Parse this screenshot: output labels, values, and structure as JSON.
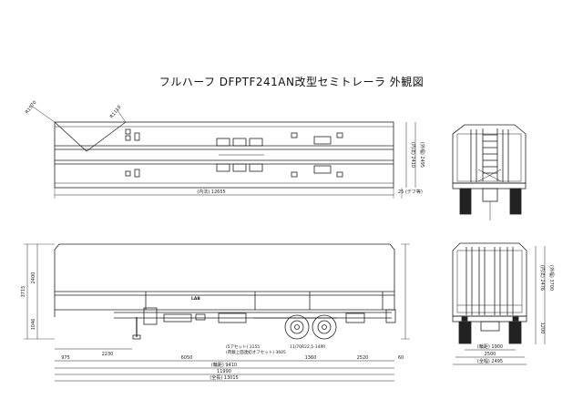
{
  "title": "フルハーフ DFPTF241AN改型セミトレーラ 外観図",
  "top_view": {
    "r1": "R1570",
    "r2": "R1110",
    "inner_length": "(内法) 12655",
    "end_gap": "25 (デフ等)",
    "inner_width": "(内法) 2410",
    "outer_width": "(外幅) 2495"
  },
  "rear_top_view": {},
  "side_view": {
    "total_height": "3715",
    "upper_height": "2400",
    "lower_height": "1046",
    "kingpin_offset": "2230",
    "front_overhang": "975",
    "axle_span_1": "6050",
    "axle_dist": "1360",
    "rear_overhang": "2520",
    "end_60": "60",
    "fifth_wheel": "(5アセット) 3155",
    "tire": "11/70R22.5-14PR",
    "coupler": "(荷載上面連結オフセット) 3605",
    "wheelbase": "(輪距) 9410",
    "len_11990": "11990",
    "overall_length": "(全長) 13015",
    "tag": "LAB"
  },
  "rear_view": {
    "inner_height": "(内法) 2476",
    "outer_height": "(外幅) 3700",
    "deck_height": "1200",
    "track": "(輪距) 1900",
    "frame_width": "2500",
    "overall_width": "(全幅) 2495"
  }
}
